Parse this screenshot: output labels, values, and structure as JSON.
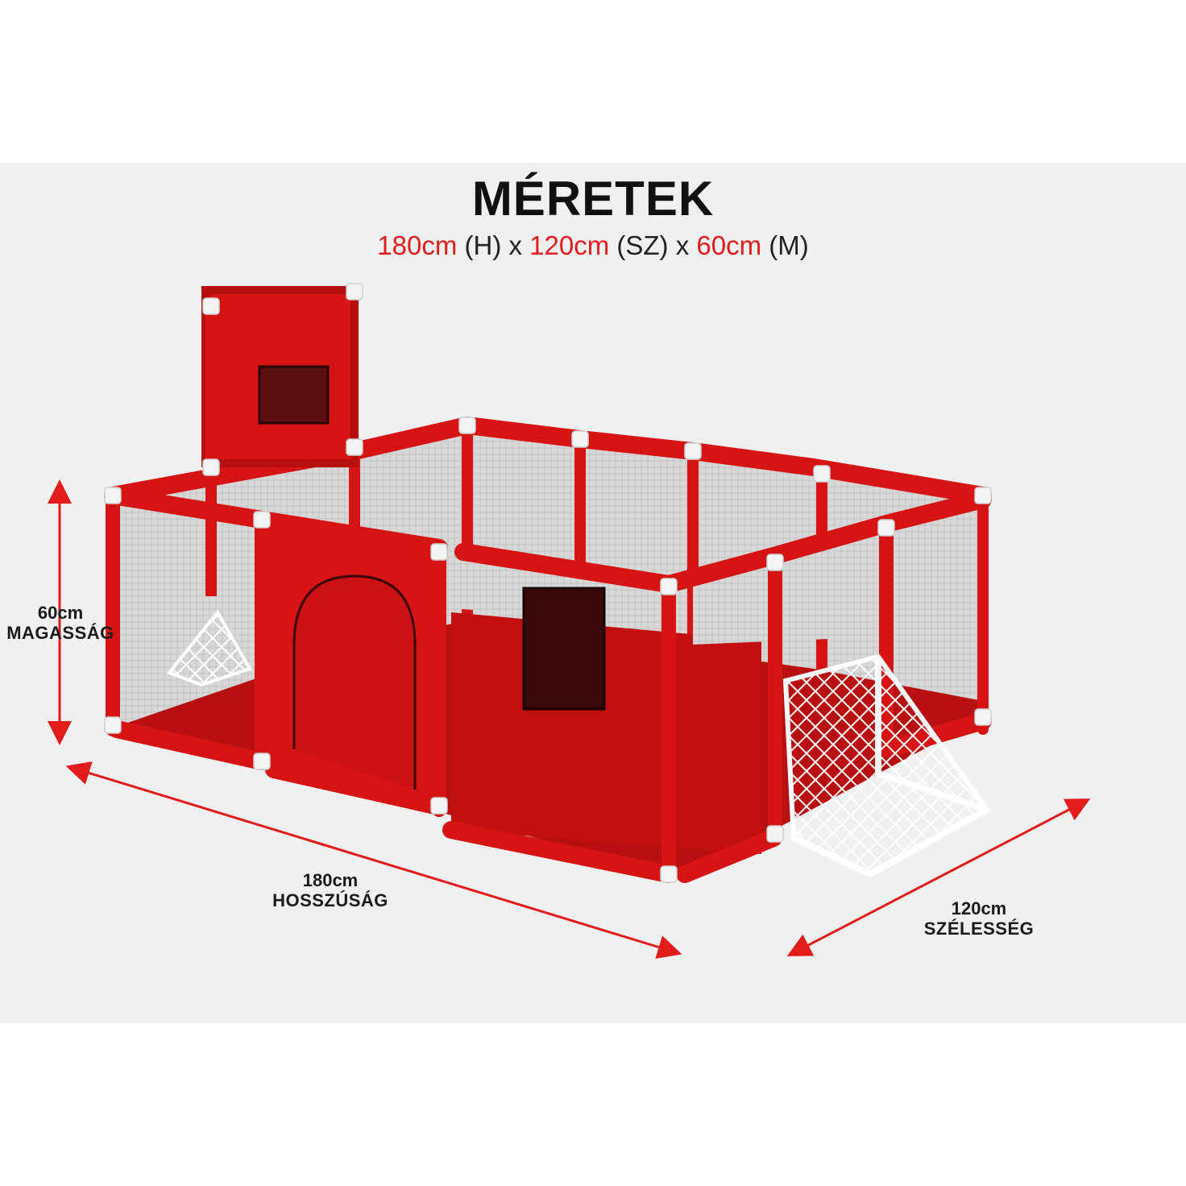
{
  "header": {
    "title": "MÉRETEK",
    "length_value": "180cm",
    "length_code": "(H)",
    "width_value": "120cm",
    "width_code": "(SZ)",
    "height_value": "60cm",
    "height_code": "(M)",
    "separator": "x"
  },
  "dimensions": {
    "height": {
      "value": "60cm",
      "name": "MAGASSÁG"
    },
    "length": {
      "value": "180cm",
      "name": "HOSSZÚSÁG"
    },
    "width": {
      "value": "120cm",
      "name": "SZÉLESSÉG"
    }
  },
  "colors": {
    "accent": "#e31b1b",
    "frame_red": "#d61414",
    "connector": "#f4f4f4",
    "mesh": "#d9d9d9",
    "background": "#f0f0f0"
  },
  "product": {
    "icon": "playpen-illustration"
  }
}
